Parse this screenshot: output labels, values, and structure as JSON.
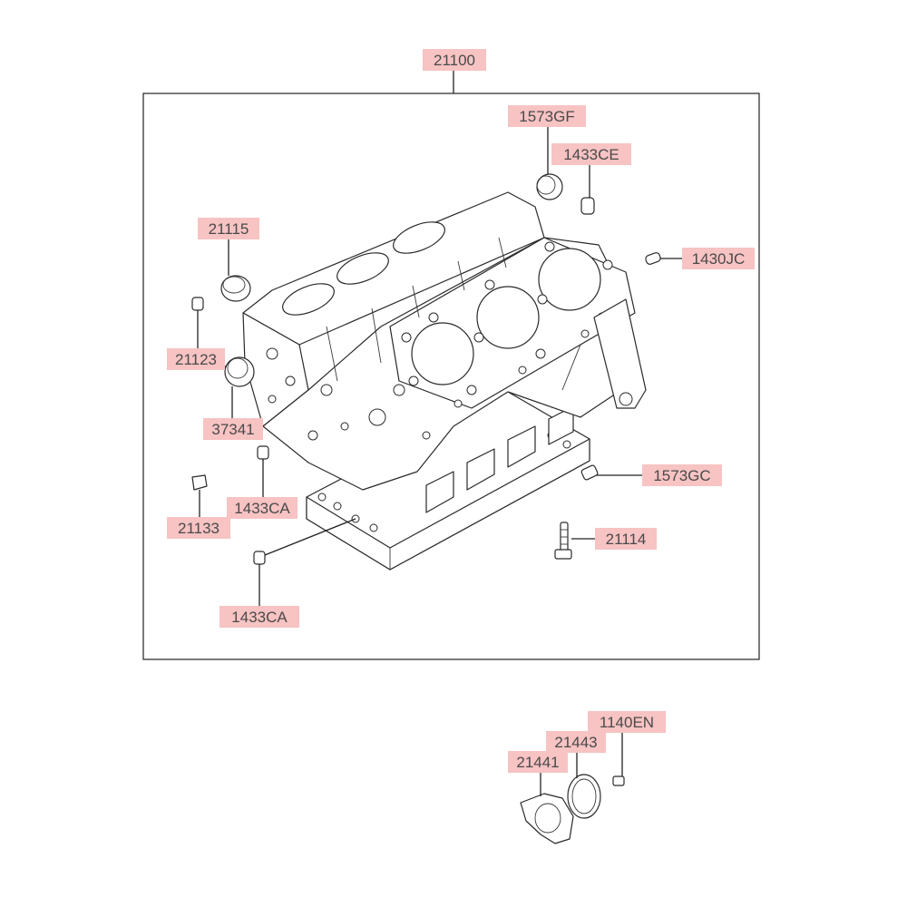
{
  "diagram": {
    "label_color": "#f7c3c3",
    "labels": {
      "block_assembly": "21100",
      "upper_left_plug": "1573GF",
      "upper_right_pin": "1433CE",
      "right_side_pin": "1430JC",
      "left_cap": "21115",
      "left_small_plug": "21123",
      "left_seal": "37341",
      "left_lower_dowel": "1433CA",
      "left_lower_plug": "21133",
      "bottom_dowel": "1433CA",
      "right_lower_plug": "1573GC",
      "right_bolt": "21114",
      "bolt_small": "1140EN",
      "oil_seal": "21443",
      "seal_case": "21441"
    }
  }
}
